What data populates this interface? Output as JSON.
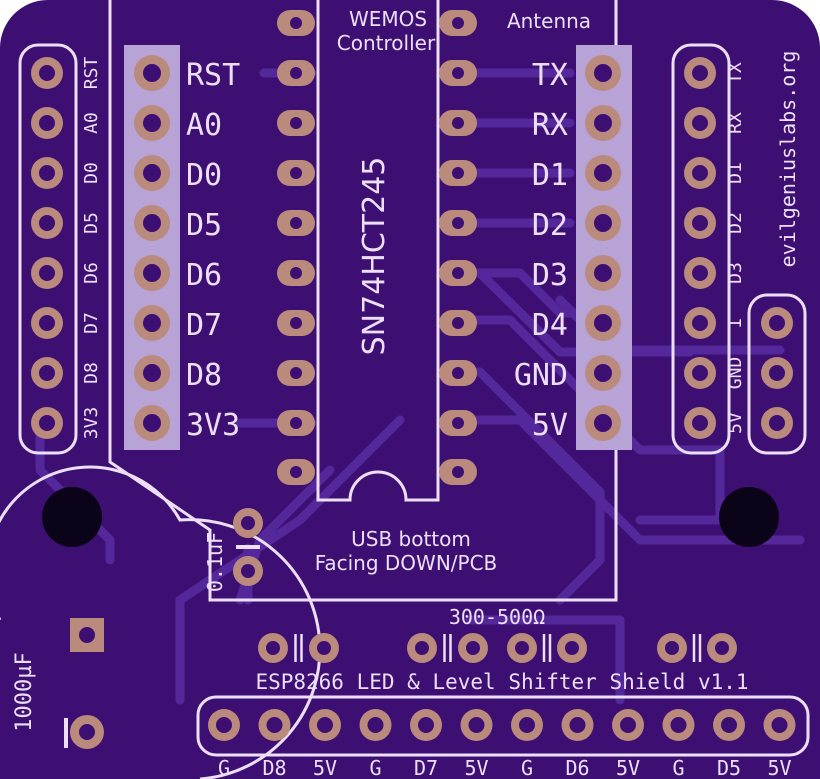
{
  "board": {
    "title": "ESP8266 LED & Level Shifter Shield v1.1",
    "website": "evilgeniuslabs.org",
    "chip": "SN74HCT245",
    "module_line1": "WEMOS",
    "module_line2": "Controller",
    "antenna": "Antenna",
    "usb_line1": "USB bottom",
    "usb_line2": "Facing DOWN/PCB",
    "cap_small": "0.1uF",
    "cap_large": "1000µF",
    "resistor": "300-500Ω"
  },
  "left_header_labels": [
    "RST",
    "A0",
    "D0",
    "D5",
    "D6",
    "D7",
    "D8",
    "3V3"
  ],
  "left_socket_labels": [
    "RST",
    "A0",
    "D0",
    "D5",
    "D6",
    "D7",
    "D8",
    "3V3"
  ],
  "right_socket_labels": [
    "TX",
    "RX",
    "D1",
    "D2",
    "D3",
    "D4",
    "GND",
    "5V"
  ],
  "right_header_labels": [
    "TX",
    "RX",
    "D1",
    "D2",
    "D3",
    "I",
    "GND",
    "5V"
  ],
  "bottom_header_labels": [
    "G",
    "D8",
    "5V",
    "G",
    "D7",
    "5V",
    "G",
    "D6",
    "5V",
    "G",
    "D5",
    "5V"
  ],
  "colors": {
    "pcb": "#3d0f73",
    "trace": "#54289a",
    "pad": "#ba8a7c",
    "silkscreen": "#ecdff7",
    "hole": "#0b0418"
  }
}
